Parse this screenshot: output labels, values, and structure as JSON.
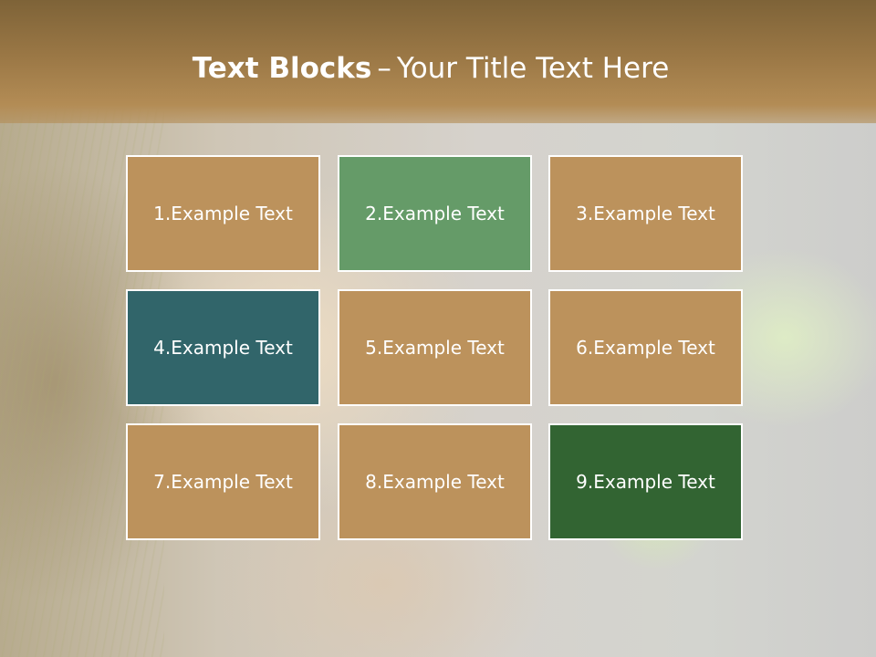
{
  "title": {
    "bold": "Text Blocks",
    "separator": "–",
    "rest": "Your Title Text Here"
  },
  "blocks": [
    {
      "label": "1.Example Text",
      "color": "#bc925c"
    },
    {
      "label": "2.Example Text",
      "color": "#659b68"
    },
    {
      "label": "3.Example Text",
      "color": "#bc925c"
    },
    {
      "label": "4.Example Text",
      "color": "#31656a"
    },
    {
      "label": "5.Example Text",
      "color": "#bc925c"
    },
    {
      "label": "6.Example Text",
      "color": "#bc925c"
    },
    {
      "label": "7.Example Text",
      "color": "#bc925c"
    },
    {
      "label": "8.Example Text",
      "color": "#bc925c"
    },
    {
      "label": "9.Example Text",
      "color": "#326432"
    }
  ]
}
